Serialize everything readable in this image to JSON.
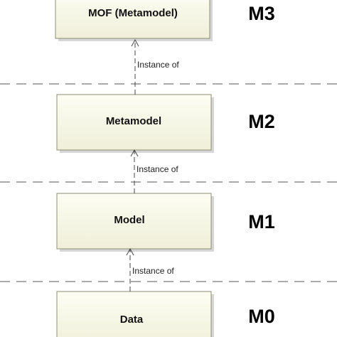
{
  "diagram": {
    "layers": [
      {
        "level": "M3",
        "box_label": "MOF (Metamodel)"
      },
      {
        "level": "M2",
        "box_label": "Metamodel"
      },
      {
        "level": "M1",
        "box_label": "Model"
      },
      {
        "level": "M0",
        "box_label": "Data"
      }
    ],
    "relations": [
      {
        "label": "Instance of"
      },
      {
        "label": "Instance of"
      },
      {
        "label": "Instance of"
      }
    ],
    "colors": {
      "box_fill_top": "#fdfdf3",
      "box_fill_bottom": "#efefd9",
      "box_border": "#8c8c74",
      "box_shadow": "#b5b5b5",
      "line": "#444444",
      "separator": "#555555"
    }
  }
}
